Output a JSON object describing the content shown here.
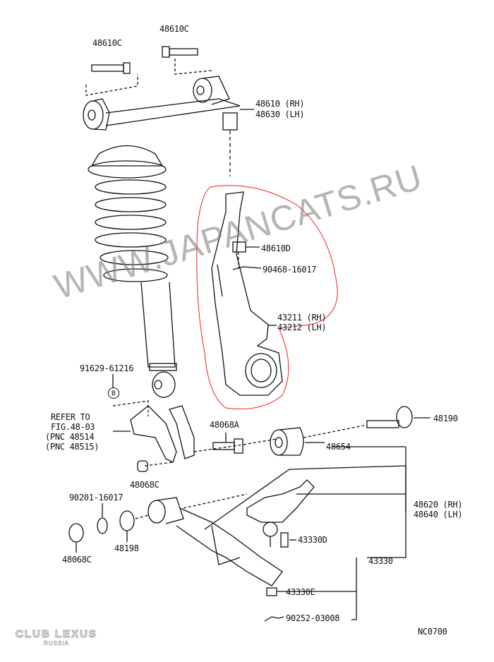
{
  "diagram_code": "NC0700",
  "watermark": "WWW.JAPANCATS.RU",
  "logo": {
    "line1": "CLUB LEXUS",
    "line2": "RUSSIA"
  },
  "labels": {
    "upper_bolt_left": "48610C",
    "upper_bolt_right": "48610C",
    "upper_arm_rh": "48610 (RH)",
    "upper_arm_lh": "48630 (LH)",
    "cap": "48610D",
    "clip": "90468-16017",
    "knuckle_rh": "43211 (RH)",
    "knuckle_lh": "43212 (LH)",
    "shock_part": "91629-61216",
    "shock_badge": "B",
    "refer_line1": "REFER TO",
    "refer_line2": "FIG.48-03",
    "refer_line3": "(PNC 48514",
    "refer_line4": "(PNC 48515)",
    "bolt_48068a": "48068A",
    "bolt_48190": "48190",
    "bushing_48654": "48654",
    "nut_48068c_upper": "48068C",
    "washer_90201": "90201-16017",
    "cushion_48198": "48198",
    "nut_48068c_lower": "48068C",
    "lower_arm_rh": "48620 (RH)",
    "lower_arm_lh": "48640 (LH)",
    "ball_joint_bolt": "43330D",
    "ball_joint": "43330",
    "ball_joint_nut": "43330E",
    "cotter_pin": "90252-03008"
  }
}
